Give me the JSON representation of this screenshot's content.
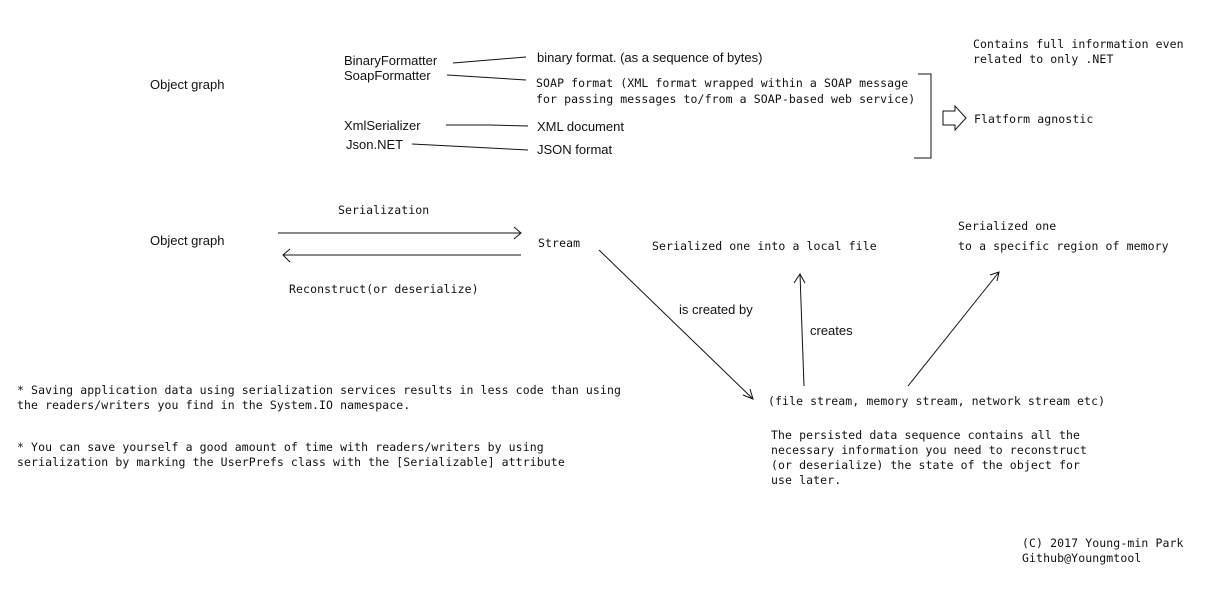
{
  "top": {
    "object_graph_label": "Object graph",
    "formatters": {
      "binary": "BinaryFormatter",
      "soap": "SoapFormatter",
      "xml": "XmlSerializer",
      "json": "Json.NET"
    },
    "formats": {
      "binary": "binary format. (as a sequence of bytes)",
      "soap_line1": "SOAP format (XML format wrapped within a SOAP message",
      "soap_line2": "for passing messages to/from a SOAP-based web service)",
      "xml": "XML document",
      "json": "JSON format"
    },
    "full_info_line1": "Contains full information even",
    "full_info_line2": "related to only .NET",
    "platform_agnostic": "Flatform agnostic"
  },
  "middle": {
    "object_graph_label": "Object graph",
    "serialization_label": "Serialization",
    "stream_label": "Stream",
    "reconstruct_label": "Reconstruct(or deserialize)",
    "local_file_label": "Serialized one into a local file",
    "memory_line1": "Serialized one",
    "memory_line2": "to a specific region of memory",
    "is_created_by_label": "is created by",
    "creates_label": "creates",
    "streams_label": "(file stream, memory stream, network stream etc)",
    "persisted_line1": "The persisted data sequence contains all the",
    "persisted_line2": "necessary information you need to reconstruct",
    "persisted_line3": "(or deserialize) the state of the object for",
    "persisted_line4": "use later."
  },
  "notes": {
    "note1_line1": "* Saving application data using serialization services results in less code than using",
    "note1_line2": "the readers/writers you find in the System.IO namespace.",
    "note2_line1": "* You can save yourself a good amount of time with readers/writers by using",
    "note2_line2": "serialization by marking the UserPrefs class with the [Serializable] attribute"
  },
  "credits": {
    "copyright": "(C) 2017 Young-min Park",
    "github": "Github@Youngmtool"
  },
  "colors": {
    "ink": "#111111",
    "background": "#ffffff"
  }
}
